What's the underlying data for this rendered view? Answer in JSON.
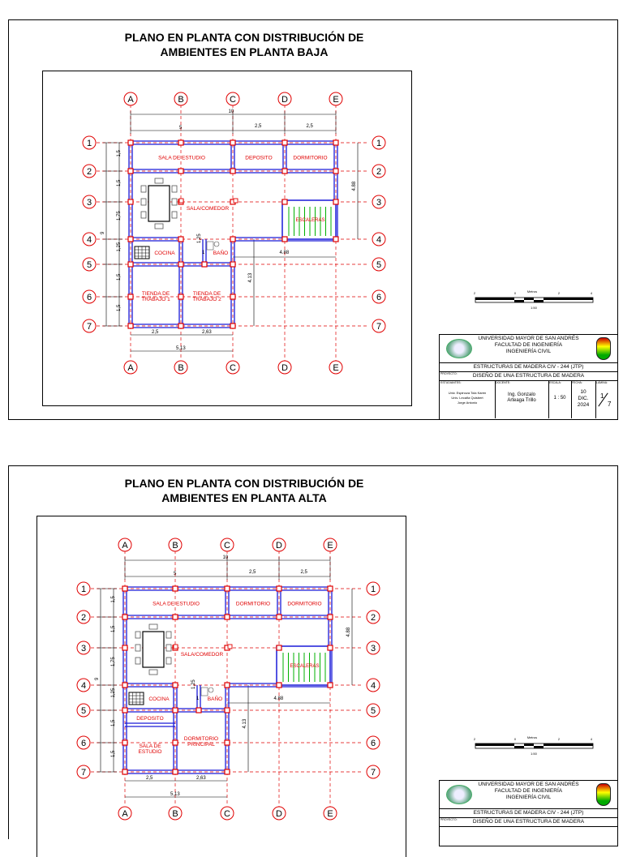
{
  "sheets": [
    {
      "title_line1": "PLANO EN PLANTA CON DISTRIBUCIÓN DE",
      "title_line2": "AMBIENTES EN PLANTA BAJA",
      "rooms": {
        "r1": "SALA DE ESTUDIO",
        "r2": "DEPOSITO",
        "r3": "DORMITORIO",
        "sala": "SALA/COMEDOR",
        "cocina": "COCINA",
        "bano": "BAÑO",
        "escaleras": "ESCALERAS",
        "a_l1": "TIENDA DE",
        "a_l2": "TRABAJO 1",
        "b_l1": "TIENDA DE",
        "b_l2": "TRABAJO 2"
      }
    },
    {
      "title_line1": "PLANO EN PLANTA CON DISTRIBUCIÓN DE",
      "title_line2": "AMBIENTES EN PLANTA ALTA",
      "rooms": {
        "r1": "SALA DE ESTUDIO",
        "r2": "DORMITORIO",
        "r3": "DORMITORIO",
        "sala": "SALA/COMEDOR",
        "cocina": "COCINA",
        "bano": "BAÑO",
        "escaleras": "ESCALERAS",
        "a_top": "DEPOSITO",
        "a_l1": "SALA DE",
        "a_l2": "ESTUDIO",
        "b_l1": "DORMITORIO",
        "b_l2": "PRINCIPAL"
      }
    }
  ],
  "axes": {
    "letters": [
      "A",
      "B",
      "C",
      "D",
      "E"
    ],
    "numbers": [
      "1",
      "2",
      "3",
      "4",
      "5",
      "6",
      "7"
    ]
  },
  "dims": {
    "total": "10",
    "left_span": "5",
    "mid_span": "2,5",
    "right_span": "2,5",
    "rows": [
      "1,5",
      "1,5",
      "1,75",
      "1,25",
      "1,5",
      "1,5"
    ],
    "total_height": "9",
    "right_height": "4.88",
    "bot_a": "2,5",
    "bot_b": "2,63",
    "bot_total": "5,13",
    "stair_width": "4.88",
    "lower_height": "4.13",
    "bano_w": "1",
    "bano_h": "1,25"
  },
  "scale_bar": {
    "title": "Metros",
    "ticks": [
      "2",
      "0",
      "2",
      "4"
    ],
    "ratio": "1:50"
  },
  "title_block": {
    "university": "UNIVERSIDAD MAYOR DE SAN ANDRÉS",
    "faculty": "FACULTAD DE INGENIERÍA",
    "career": "INGENIERÍA CIVIL",
    "course": "ESTRUCTURAS DE MADERA CIV - 244 (JTP)",
    "project_label": "PROYECTO:",
    "project": "DISEÑO DE UNA ESTRUCTURA DE MADERA",
    "students_label": "ESTUDIANTES:",
    "student1": "Univ. Espinoza Tola Karen",
    "student2": "Univ. Lecaña Quisbert",
    "student3": "Jorge Antonio",
    "teacher_label": "DOCENTE:",
    "teacher1": "Ing. Gonzalo",
    "teacher2": "Arteaga Trillo",
    "scale_label": "ESCALA:",
    "scale": "1 : 50",
    "date_label": "FECHA:",
    "date1": "10",
    "date2": "DIC.",
    "date3": "2024",
    "sheet_label": "LÁMINA:",
    "sheet_num": "1",
    "sheet_total": "7"
  }
}
